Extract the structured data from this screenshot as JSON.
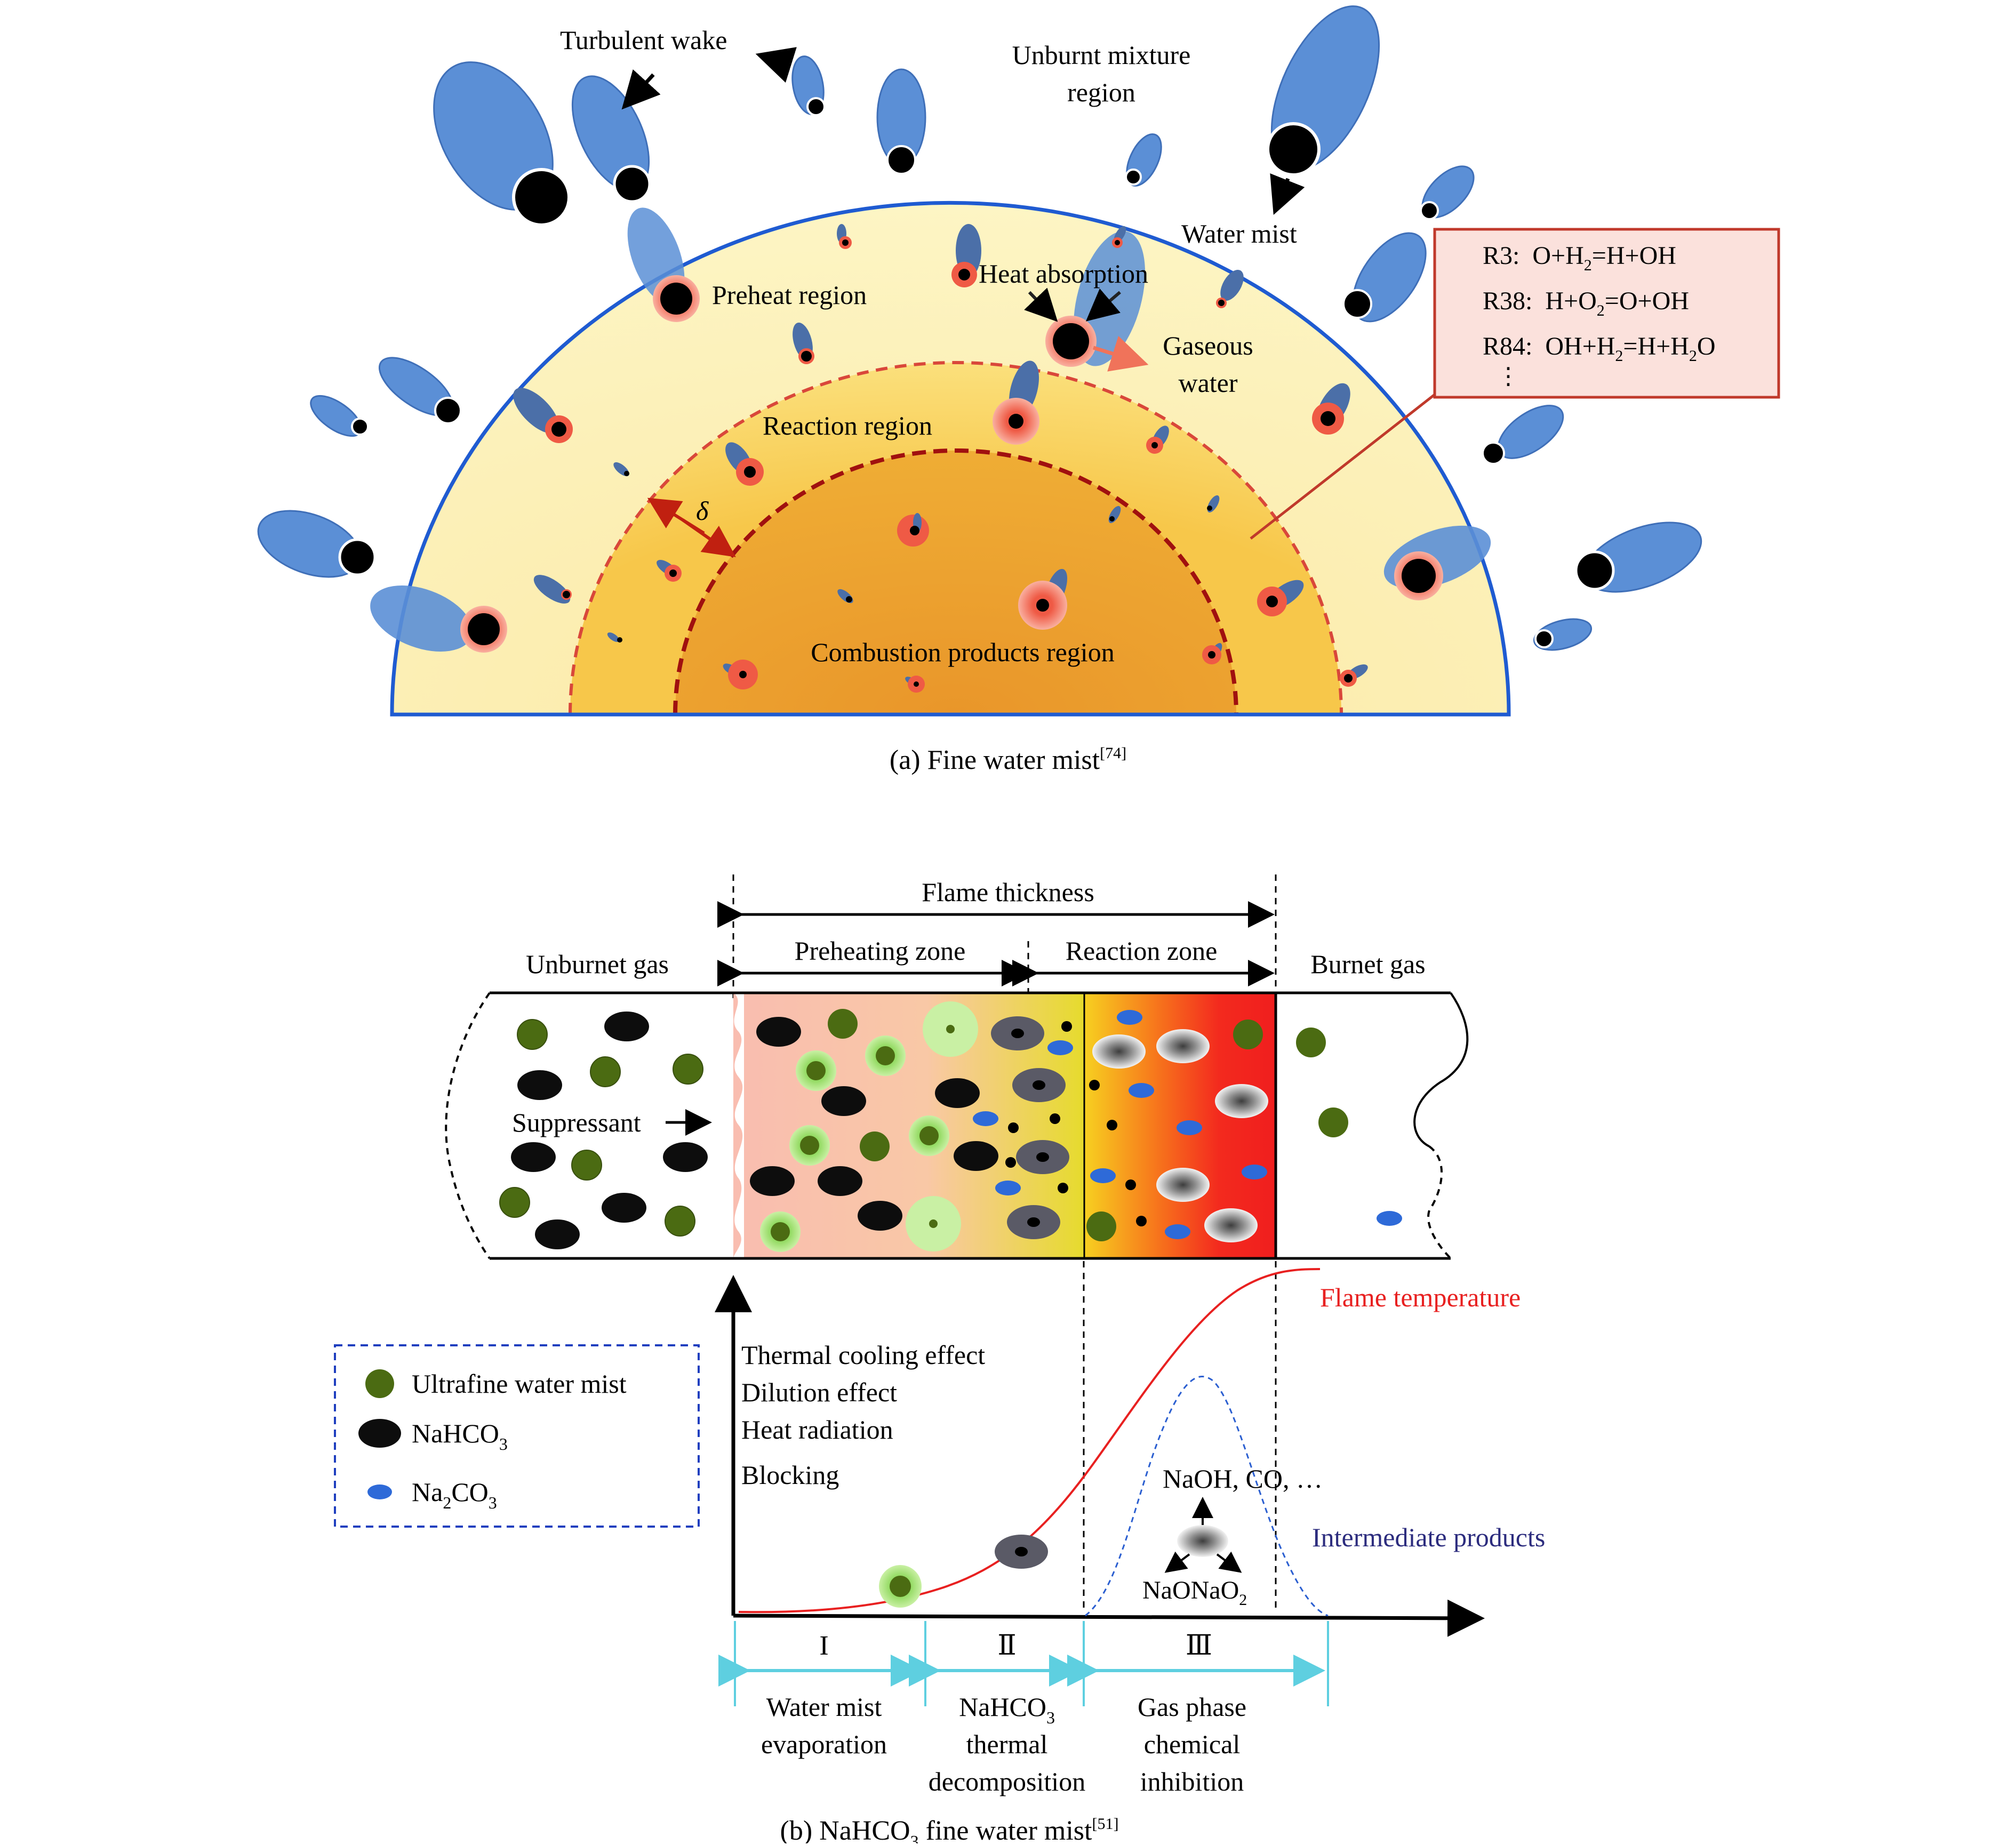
{
  "panel_a": {
    "labels": {
      "turbulent_wake": "Turbulent wake",
      "unburnt_line1": "Unburnt mixture",
      "unburnt_line2": "region",
      "water_mist": "Water mist",
      "preheat_region": "Preheat region",
      "heat_absorption": "Heat absorption",
      "gaseous_line1": "Gaseous",
      "gaseous_line2": "water",
      "reaction_region": "Reaction region",
      "delta": "δ",
      "combustion_products": "Combustion products region"
    },
    "reactions": {
      "r3": {
        "id": "R3:",
        "parts": [
          "O+H",
          "2",
          "=H+OH"
        ]
      },
      "r38": {
        "id": "R38:",
        "parts": [
          "H+O",
          "2",
          "=O+OH"
        ]
      },
      "r84": {
        "id": "R84:",
        "parts": [
          "OH+H",
          "2",
          "=H+H",
          "2",
          "O"
        ]
      },
      "ellipsis": "⋮"
    },
    "caption": {
      "text": "(a) Fine water mist",
      "ref": "[74]"
    }
  },
  "panel_b": {
    "labels": {
      "flame_thickness": "Flame thickness",
      "preheating_zone": "Preheating zone",
      "reaction_zone": "Reaction zone",
      "unburnet_gas": "Unburnet gas",
      "burnet_gas": "Burnet gas",
      "suppressant": "Suppressant",
      "flame_temperature": "Flame temperature",
      "intermediate_products": "Intermediate products",
      "products_top": "NaOH, CO, …",
      "products_bottom": {
        "main": "NaONaO",
        "sub": "2"
      }
    },
    "effects": [
      "Thermal cooling effect",
      "Dilution effect",
      "Heat radiation",
      "Blocking"
    ],
    "legend": [
      {
        "label": "Ultrafine water mist",
        "sub": "",
        "suffix": "",
        "color": "#4b6b12"
      },
      {
        "label": "NaHCO",
        "sub": "3",
        "suffix": "",
        "color": "#0d0d0d"
      },
      {
        "label": "Na",
        "sub": "2",
        "suffix": "CO",
        "sub2": "3",
        "color": "#2e6ad8"
      }
    ],
    "stages": [
      {
        "numeral": "I",
        "line1": "Water mist",
        "line2": "evaporation",
        "line3": ""
      },
      {
        "numeral": "Ⅱ",
        "line1": "NaHCO",
        "line1_sub": "3",
        "line2": "thermal",
        "line3": "decomposition"
      },
      {
        "numeral": "Ⅲ",
        "line1": "Gas phase",
        "line2": "chemical",
        "line3": "inhibition"
      }
    ],
    "caption": {
      "prefix": "(b) NaHCO",
      "sub": "3",
      "suffix": " fine water mist",
      "ref": "[51]"
    }
  },
  "colors": {
    "blue_arc": "#1f5bd1",
    "droplet_blue": "#5b8fd6",
    "red_dashed": "#d9473a",
    "dark_red_dashed": "#a0100f",
    "reaction_box_fill": "#fbe1dc",
    "reaction_box_stroke": "#c0392b",
    "flame_temp_red": "#e82020",
    "intermediate_navy": "#2c2c7e",
    "cyan_arrow": "#5ecfe0"
  }
}
